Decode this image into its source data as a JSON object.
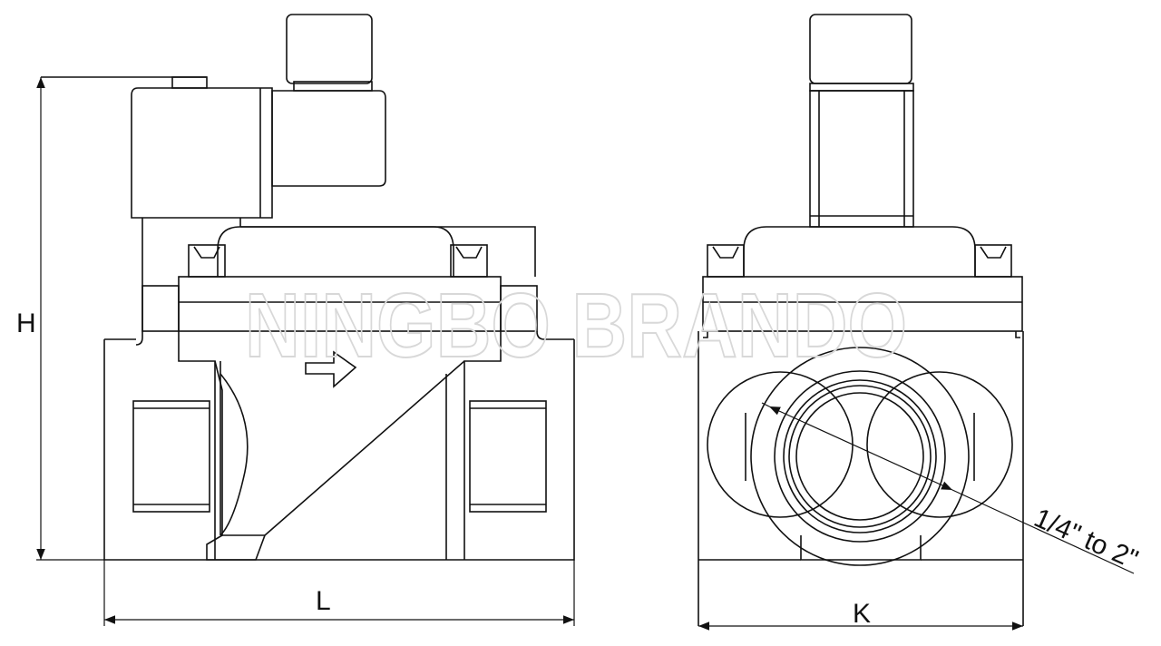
{
  "watermark": "NINGBO BRANDO",
  "dimensions": {
    "height_label": "H",
    "length_label": "L",
    "width_label": "K",
    "port_size_label": "1/4\" to 2\""
  }
}
